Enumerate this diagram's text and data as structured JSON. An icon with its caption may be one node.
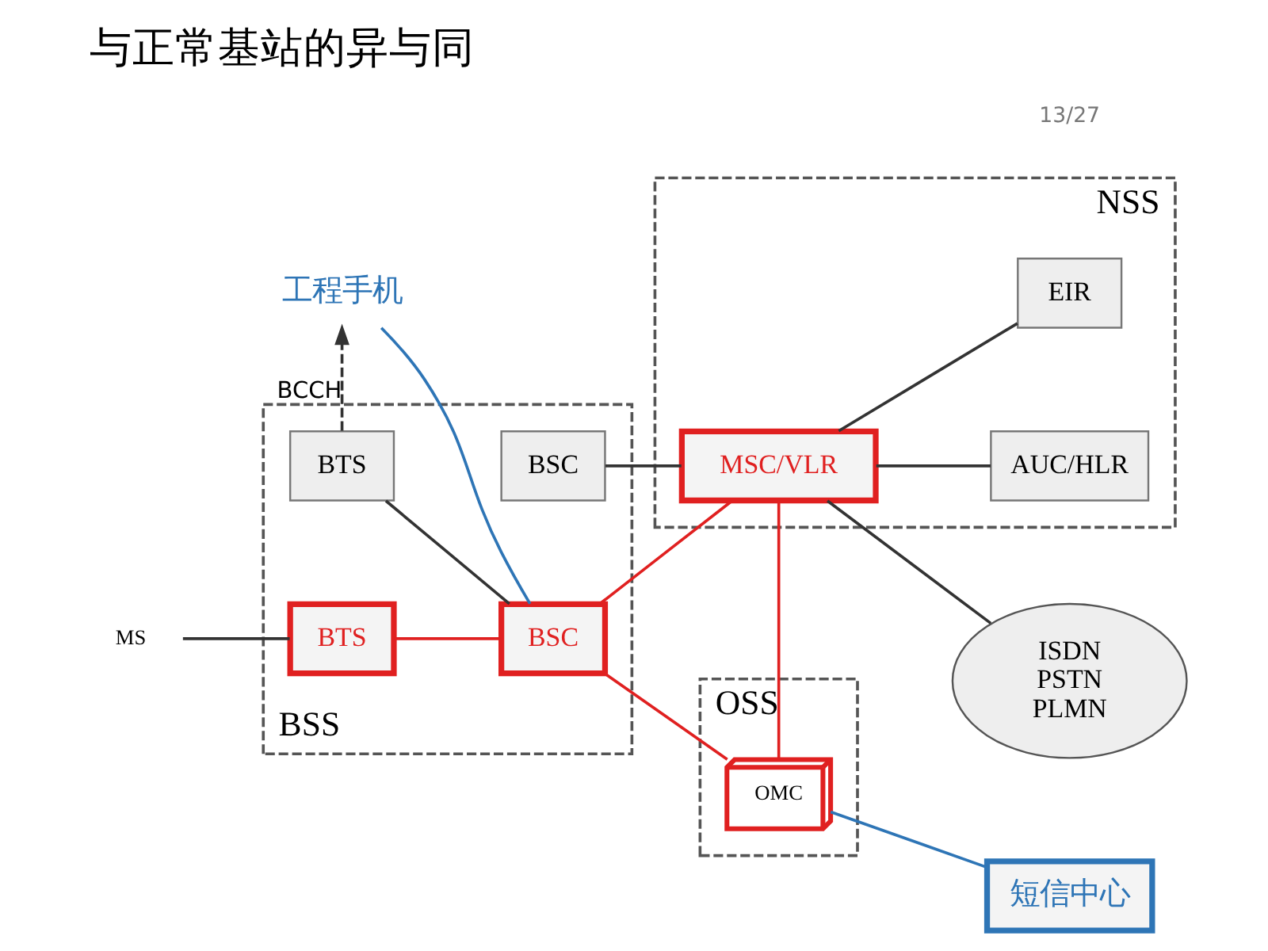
{
  "diagram": {
    "title": "与正常基站的异与同",
    "nodes": [
      {
        "text": [
          "工程手机"
        ]
      },
      {
        "text": [
          "OSS"
        ]
      },
      {
        "text": [
          "OMC"
        ],
        "in": 1
      },
      {
        "text": [
          "短信中心"
        ]
      },
      {
        "text": [
          "BSS"
        ]
      },
      {
        "text": [
          "BTS"
        ],
        "in": 4
      },
      {
        "text": [
          "BTS"
        ],
        "in": 4
      },
      {
        "text": [
          "BSC"
        ],
        "in": 4
      },
      {
        "text": [
          "BSC"
        ],
        "in": 4
      },
      {
        "text": [
          "MS"
        ]
      },
      {
        "text": [
          "NSS"
        ]
      },
      {
        "text": [
          "MSC/VLR"
        ],
        "in": 10
      },
      {
        "text": [
          "AUC/HLR"
        ],
        "in": 10
      },
      {
        "text": [
          "EIR"
        ],
        "in": 10
      },
      {
        "text": [
          "ISDN PSTN PLMN"
        ]
      }
    ],
    "edges": [
      {
        "from": 5,
        "to": 0,
        "arrow": "to",
        "label": "BCCH",
        "style": "dashed"
      },
      {
        "from": 0,
        "to": 7,
        "arrow": "none",
        "color": "#2e75b6"
      },
      {
        "from": 2,
        "to": 3,
        "arrow": "none",
        "color": "#2e75b6"
      },
      {
        "from": 7,
        "to": 2,
        "arrow": "none",
        "color": "#e02020"
      },
      {
        "from": 5,
        "to": 7,
        "arrow": "none"
      },
      {
        "from": 9,
        "to": 6,
        "arrow": "none"
      },
      {
        "from": 6,
        "to": 7,
        "arrow": "none",
        "color": "#e02020"
      },
      {
        "from": 7,
        "to": 11,
        "arrow": "none",
        "color": "#e02020"
      },
      {
        "from": 8,
        "to": 11,
        "arrow": "none"
      },
      {
        "from": 2,
        "to": 11,
        "arrow": "none",
        "color": "#e02020"
      },
      {
        "from": 11,
        "to": 14,
        "arrow": "none"
      },
      {
        "from": 11,
        "to": 12,
        "arrow": "none"
      },
      {
        "from": 11,
        "to": 13,
        "arrow": "none"
      }
    ],
    "labels": [
      "13/27"
    ]
  }
}
